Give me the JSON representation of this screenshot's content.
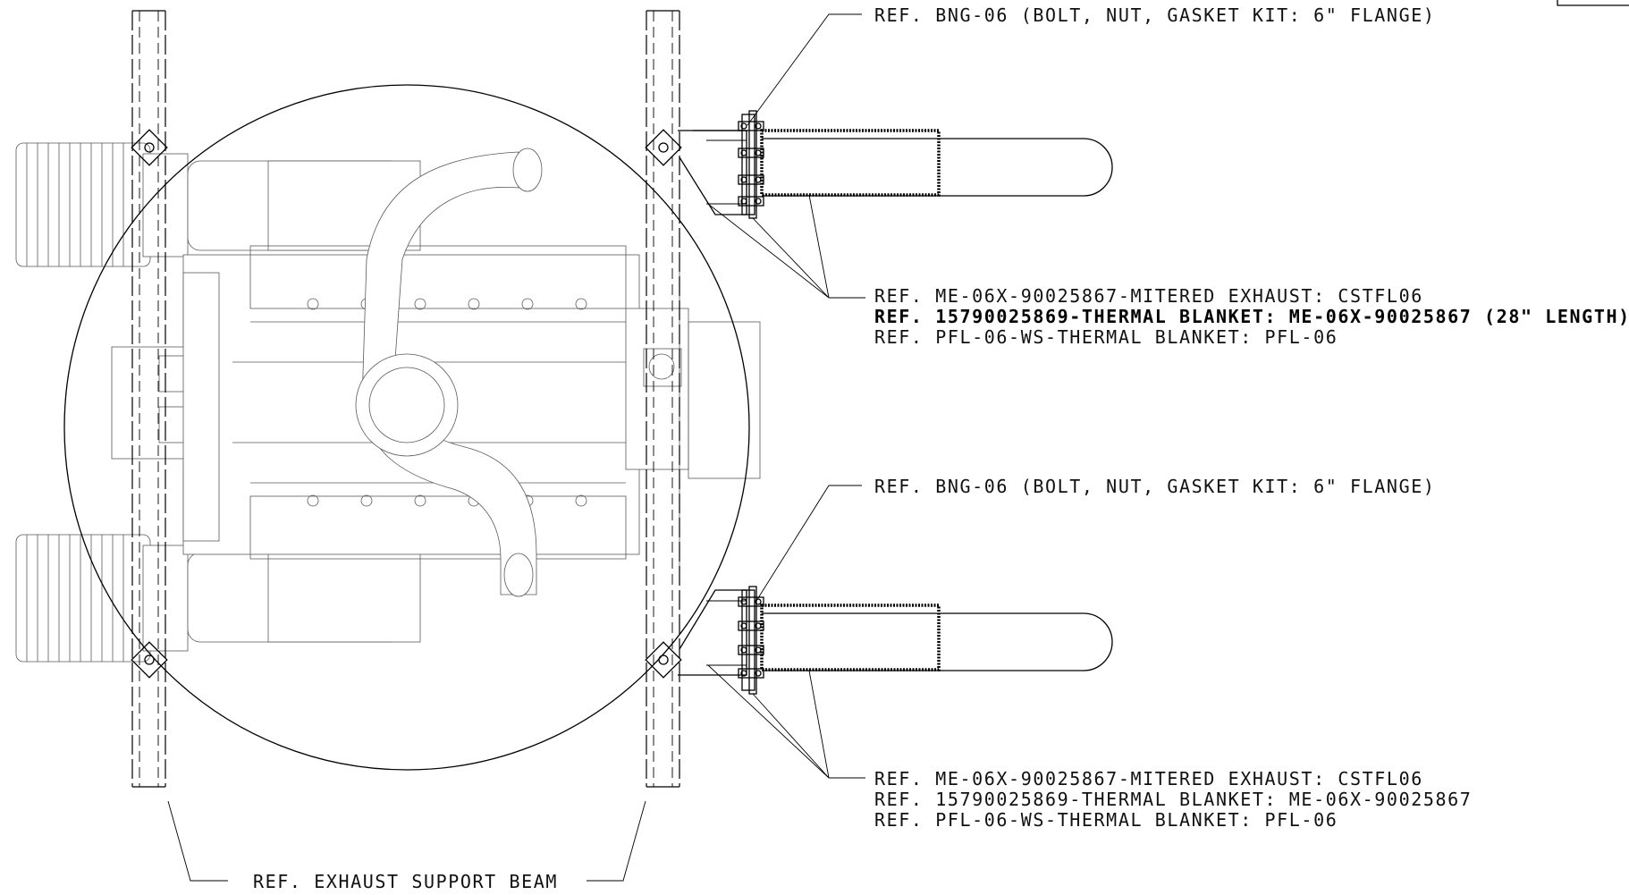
{
  "callouts": {
    "upper_flange_kit": "REF. BNG-06 (BOLT, NUT, GASKET KIT: 6\" FLANGE)",
    "upper_exhaust": "REF. ME-06X-90025867-MITERED EXHAUST: CSTFL06",
    "upper_blanket": "REF. 15790025869-THERMAL BLANKET: ME-06X-90025867 (28\" LENGTH)",
    "upper_pfl_blanket": "REF. PFL-06-WS-THERMAL BLANKET: PFL-06",
    "lower_flange_kit": "REF. BNG-06 (BOLT, NUT, GASKET KIT: 6\" FLANGE)",
    "lower_exhaust": "REF. ME-06X-90025867-MITERED EXHAUST: CSTFL06",
    "lower_blanket": "REF. 15790025869-THERMAL BLANKET: ME-06X-90025867",
    "lower_pfl_blanket": "REF. PFL-06-WS-THERMAL BLANKET: PFL-06",
    "support_beam": "REF. EXHAUST SUPPORT BEAM"
  }
}
